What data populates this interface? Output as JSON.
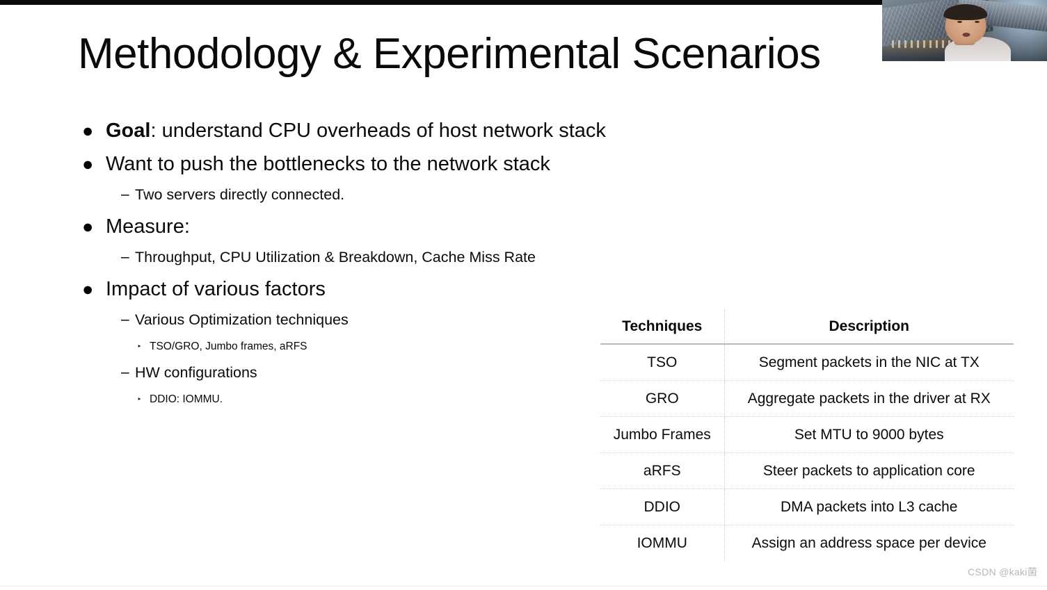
{
  "slide": {
    "title": "Methodology & Experimental Scenarios",
    "background_color": "#ffffff",
    "text_color": "#0a0a0a"
  },
  "bullets": {
    "goal": {
      "marker": "bullet-dot",
      "lead_bold": "Goal",
      "rest": ": understand CPU overheads of host network stack"
    },
    "want": {
      "marker": "bullet-dot",
      "text": "Want to push the bottlenecks to the network stack",
      "sub": [
        {
          "marker": "dash",
          "text": "Two servers directly connected."
        }
      ]
    },
    "measure": {
      "marker": "bullet-dot",
      "text": "Measure:",
      "sub": [
        {
          "marker": "dash",
          "text": "Throughput, CPU Utilization & Breakdown, Cache Miss Rate"
        }
      ]
    },
    "impact": {
      "marker": "bullet-dot",
      "text": "Impact of various factors",
      "sub": [
        {
          "marker": "dash",
          "text": "Various Optimization techniques",
          "sub": [
            {
              "marker": "triangle",
              "text": "TSO/GRO, Jumbo frames, aRFS"
            }
          ]
        },
        {
          "marker": "dash",
          "text": "HW configurations",
          "sub": [
            {
              "marker": "triangle",
              "text": "DDIO: IOMMU."
            }
          ]
        }
      ]
    }
  },
  "table": {
    "headers": [
      "Techniques",
      "Description"
    ],
    "rows": [
      [
        "TSO",
        "Segment packets in the NIC at TX"
      ],
      [
        "GRO",
        "Aggregate packets in the driver at RX"
      ],
      [
        "Jumbo Frames",
        "Set MTU to 9000 bytes"
      ],
      [
        "aRFS",
        "Steer packets to application core"
      ],
      [
        "DDIO",
        "DMA packets into L3 cache"
      ],
      [
        "IOMMU",
        "Assign an address space per device"
      ]
    ],
    "header_rule_color": "#b9b9b9",
    "row_rule_color": "#cfcfcf"
  },
  "webcam": {
    "label": "presenter-video-overlay"
  },
  "watermark": {
    "text": "CSDN @kaki菌",
    "color": "#b6b6b6"
  },
  "markers": {
    "bullet_dot": "●",
    "dash": "–",
    "triangle": "‣"
  }
}
